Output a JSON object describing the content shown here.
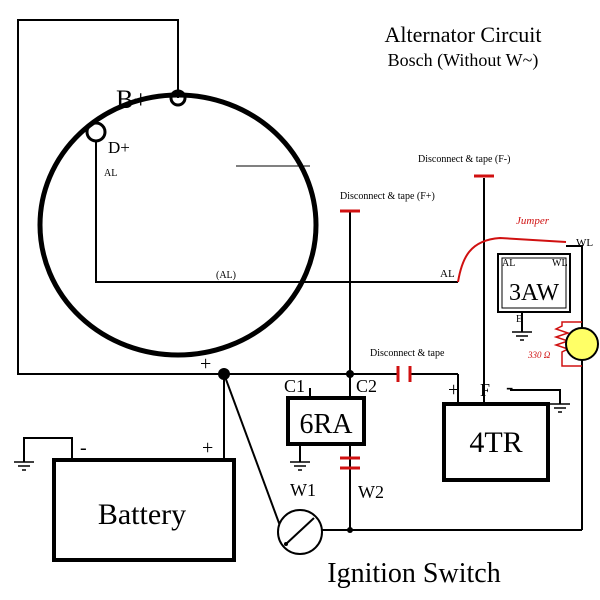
{
  "title": {
    "line1": "Alternator Circuit",
    "line2": "Bosch (Without W~)"
  },
  "alternator": {
    "b_plus": "B+",
    "d_plus": "D+",
    "al_inside": "AL",
    "al_wire": "(AL)"
  },
  "notes": {
    "disconnect_f_minus": "Disconnect & tape (F-)",
    "disconnect_f_plus": "Disconnect & tape (F+)",
    "disconnect": "Disconnect & tape",
    "jumper": "Jumper",
    "al_right": "AL",
    "wl_right": "WL"
  },
  "relay_3aw": {
    "label": "3AW",
    "al": "AL",
    "wl": "WL",
    "e": "E",
    "resistor": "330 Ω"
  },
  "relay_6ra": {
    "label": "6RA",
    "c1": "C1",
    "c2": "C2",
    "w1": "W1",
    "w2": "W2"
  },
  "regulator_4tr": {
    "label": "4TR",
    "plus": "+",
    "f": "F",
    "minus": "-"
  },
  "battery": {
    "label": "Battery",
    "plus": "+",
    "minus": "-"
  },
  "junction_plus": "+",
  "ignition_switch": "Ignition Switch",
  "colors": {
    "wire": "#000000",
    "jumper": "#d01010",
    "lamp": "#ffff66"
  }
}
